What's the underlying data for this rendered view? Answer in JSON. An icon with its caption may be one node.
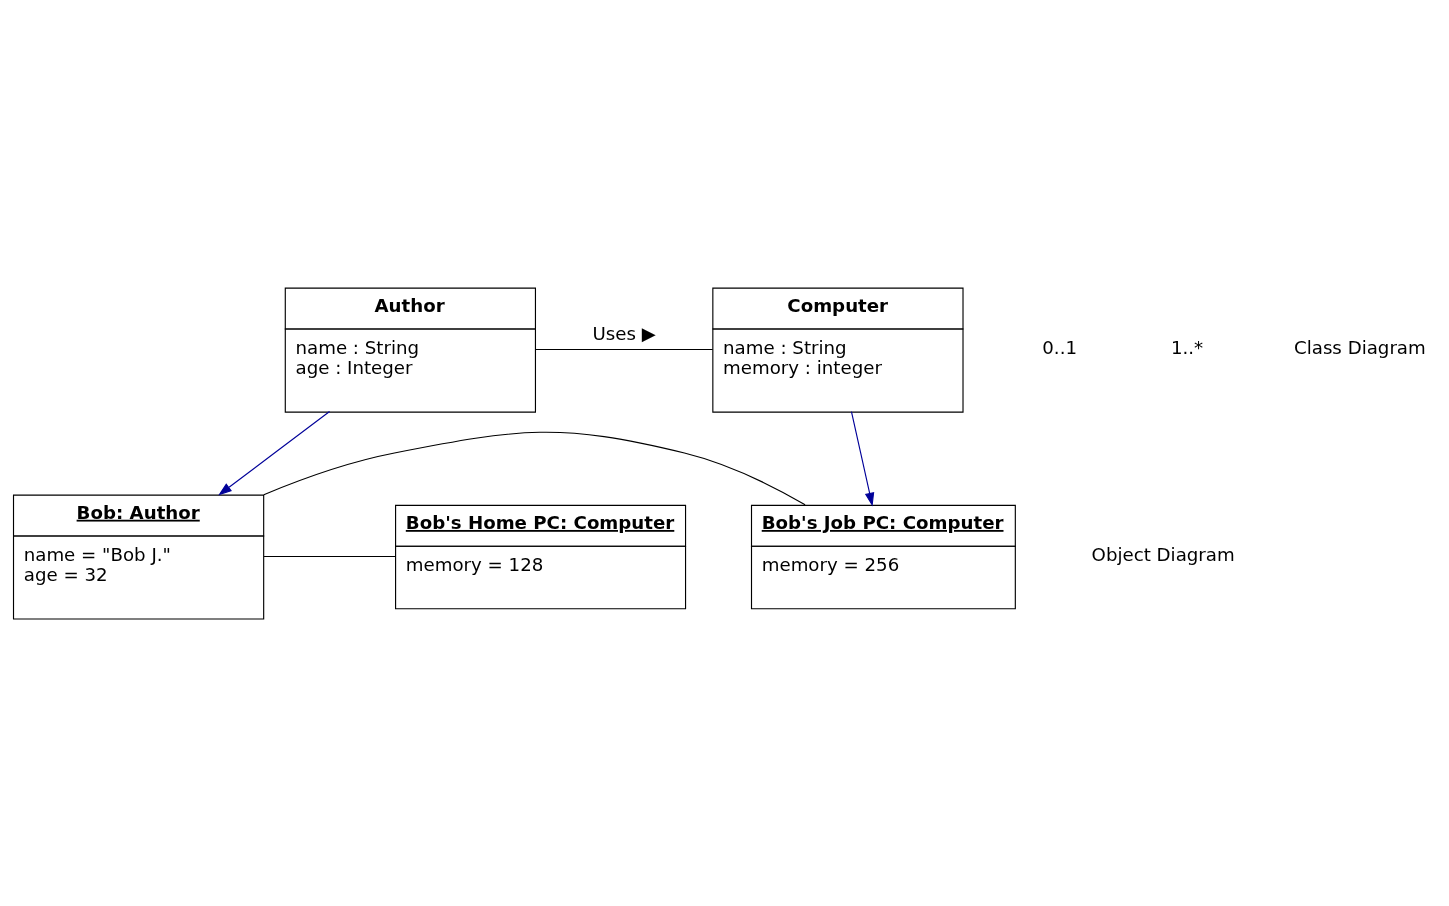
{
  "diagram": {
    "nodes": [
      {
        "text": [
          "Author",
          "name : String",
          "age : Integer"
        ]
      },
      {
        "text": [
          "Computer",
          "name : String",
          "memory : integer"
        ]
      },
      {
        "text": [
          "Bob: Author",
          "name = \"Bob J.\"",
          "age = 32"
        ]
      },
      {
        "text": [
          "Bob's Job PC: Computer",
          "memory = 256"
        ]
      },
      {
        "text": [
          "Bob's Home PC: Computer",
          "memory = 128"
        ]
      }
    ],
    "edges": [
      {
        "from": 0,
        "to": 1,
        "arrow": "none",
        "label": "Uses ▶"
      },
      {
        "from": 0,
        "to": 2,
        "arrow": "to",
        "color": "#000099"
      },
      {
        "from": 1,
        "to": 3,
        "arrow": "to",
        "color": "#000099"
      },
      {
        "from": 2,
        "to": 3,
        "arrow": "none"
      },
      {
        "from": 2,
        "to": 4,
        "arrow": "none"
      }
    ],
    "labels": [
      "0..1",
      "1..*",
      "Class Diagram",
      "Object Diagram"
    ]
  }
}
